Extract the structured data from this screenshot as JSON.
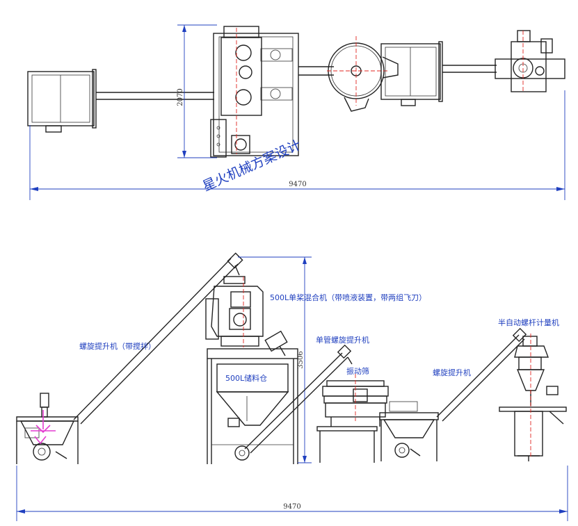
{
  "watermark": "星火机械方案设计",
  "plan_view": {
    "width_dimension": "9470",
    "height_dimension": "2070"
  },
  "elevation_view": {
    "width_dimension": "9470",
    "height_dimension": "3506"
  },
  "labels": {
    "mixer": "500L单桨混合机（带喷液装置，带两组飞刀）",
    "screw_conveyor_left": "螺旋提升机（带搅拌）",
    "storage_bin": "500L储料仓",
    "single_tube_conveyor": "单管螺旋提升机",
    "vibrating_screen": "振动筛",
    "screw_conveyor_right": "螺旋提升机",
    "auger_filler": "半自动螺杆计量机"
  },
  "colors": {
    "dimension": "#1f3fbf",
    "centerline": "#e0261f",
    "feed_arrows": "#e43cd0",
    "line": "#222222"
  }
}
